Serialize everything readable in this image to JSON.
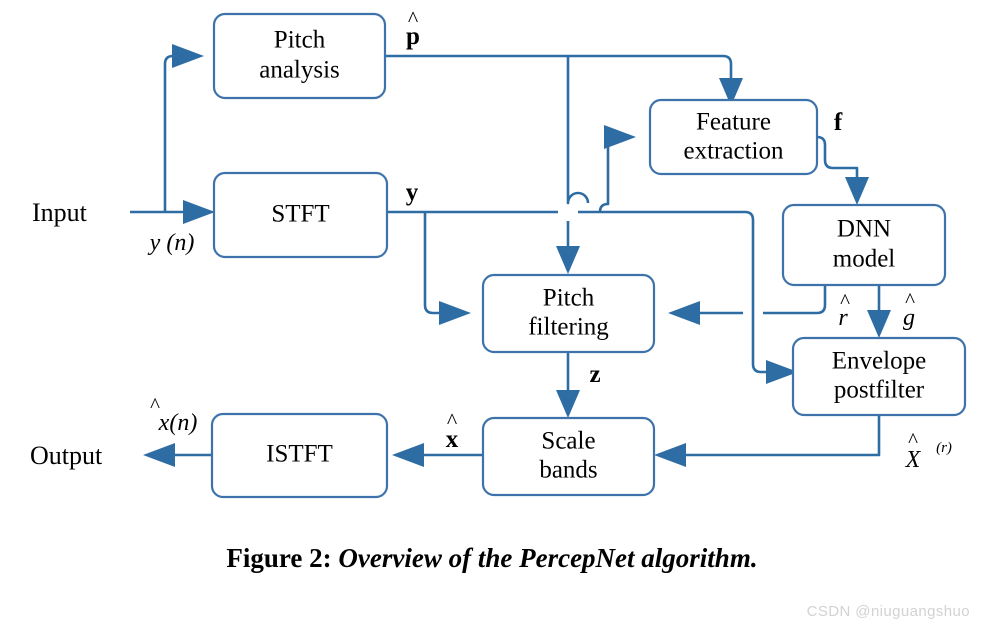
{
  "figure": {
    "caption_prefix": "Figure 2:",
    "caption_title": "Overview of the PercepNet algorithm.",
    "watermark": "CSDN @niuguangshuo",
    "accent_color": "#2e6da4",
    "box_border_color": "#3d72ab",
    "background_color": "#ffffff"
  },
  "blocks": [
    {
      "id": "pitch-analysis",
      "line1": "Pitch",
      "line2": "analysis"
    },
    {
      "id": "stft",
      "line1": "STFT",
      "line2": ""
    },
    {
      "id": "feature-extraction",
      "line1": "Feature",
      "line2": "extraction"
    },
    {
      "id": "dnn-model",
      "line1": "DNN",
      "line2": "model"
    },
    {
      "id": "pitch-filtering",
      "line1": "Pitch",
      "line2": "filtering"
    },
    {
      "id": "envelope-postfilter",
      "line1": "Envelope",
      "line2": "postfilter"
    },
    {
      "id": "scale-bands",
      "line1": "Scale",
      "line2": "bands"
    },
    {
      "id": "istft",
      "line1": "ISTFT",
      "line2": ""
    }
  ],
  "terminals": {
    "input": "Input",
    "output": "Output"
  },
  "signals": {
    "input_time": {
      "base": "y (n)",
      "style": "italic"
    },
    "pitch_out": {
      "base": "p",
      "hat": true,
      "style": "bold"
    },
    "stft_out": {
      "base": "y",
      "hat": false,
      "style": "bold"
    },
    "features": {
      "base": "f",
      "hat": false,
      "style": "bold"
    },
    "dnn_r": {
      "base": "r",
      "hat": true,
      "style": "italic"
    },
    "dnn_g": {
      "base": "g",
      "hat": true,
      "style": "italic"
    },
    "pitch_filter_out": {
      "base": "z",
      "hat": false,
      "style": "bold"
    },
    "scale_in": {
      "base": "x",
      "hat": true,
      "style": "bold"
    },
    "envelope_out": {
      "base": "X",
      "hat": true,
      "sup": "(r)",
      "style": "italic"
    },
    "output_time": {
      "base": "x(n)",
      "hat": true,
      "style": "italic"
    }
  }
}
